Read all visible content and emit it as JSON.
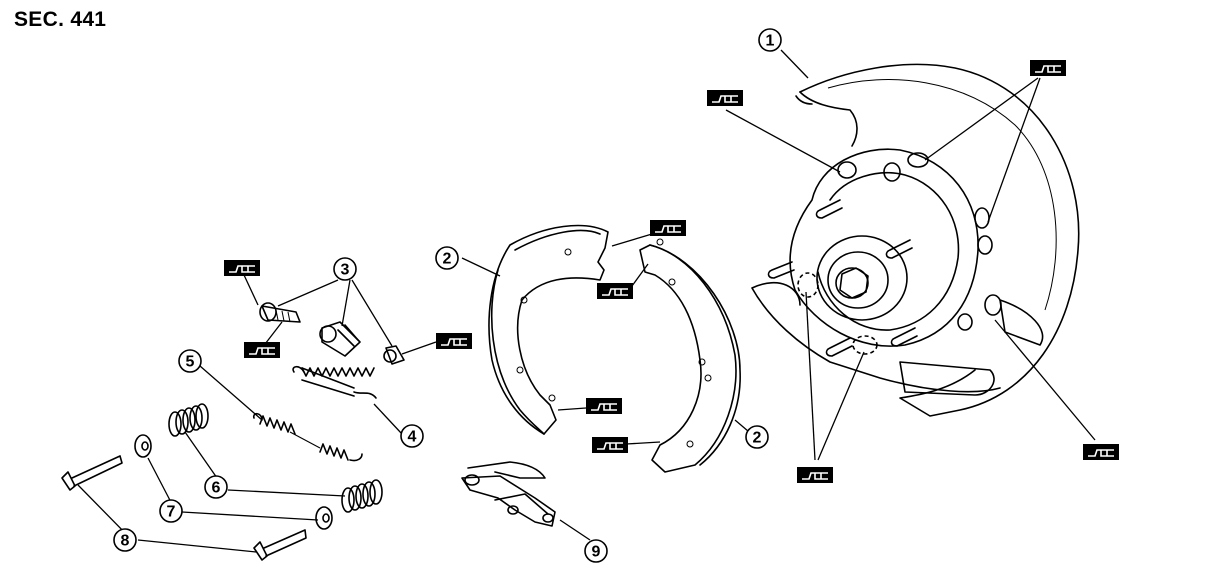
{
  "header": {
    "section_label": "SEC. 441"
  },
  "callouts": [
    {
      "id": "c1",
      "label": "1"
    },
    {
      "id": "c2a",
      "label": "2"
    },
    {
      "id": "c2b",
      "label": "2"
    },
    {
      "id": "c3",
      "label": "3"
    },
    {
      "id": "c4",
      "label": "4"
    },
    {
      "id": "c5",
      "label": "5"
    },
    {
      "id": "c6",
      "label": "6"
    },
    {
      "id": "c7",
      "label": "7"
    },
    {
      "id": "c8",
      "label": "8"
    },
    {
      "id": "c9",
      "label": "9"
    }
  ],
  "icon_names": [
    "grease-point-icon",
    "brake-shoe-icon",
    "backing-plate-icon",
    "spring-icon"
  ]
}
